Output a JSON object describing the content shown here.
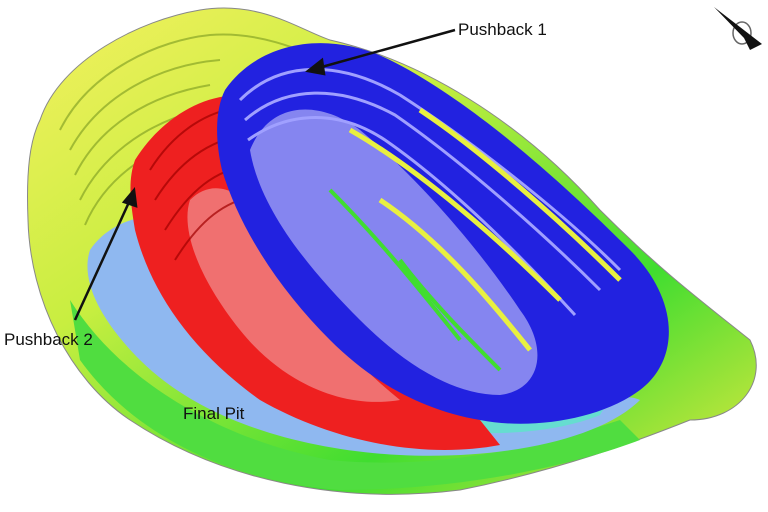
{
  "labels": {
    "pushback1": "Pushback 1",
    "pushback2": "Pushback 2",
    "final_pit": "Final Pit"
  },
  "icons": {
    "compass": "north-arrow-icon"
  },
  "colors": {
    "outer": "#e8f040",
    "green": "#44dd33",
    "floor": "#8fb8f0",
    "cyan": "#66ddd0",
    "pushback2": "#ee2020",
    "pushback2_light": "#f07070",
    "pushback1": "#2020e0",
    "pushback1_light": "#8080f0"
  }
}
